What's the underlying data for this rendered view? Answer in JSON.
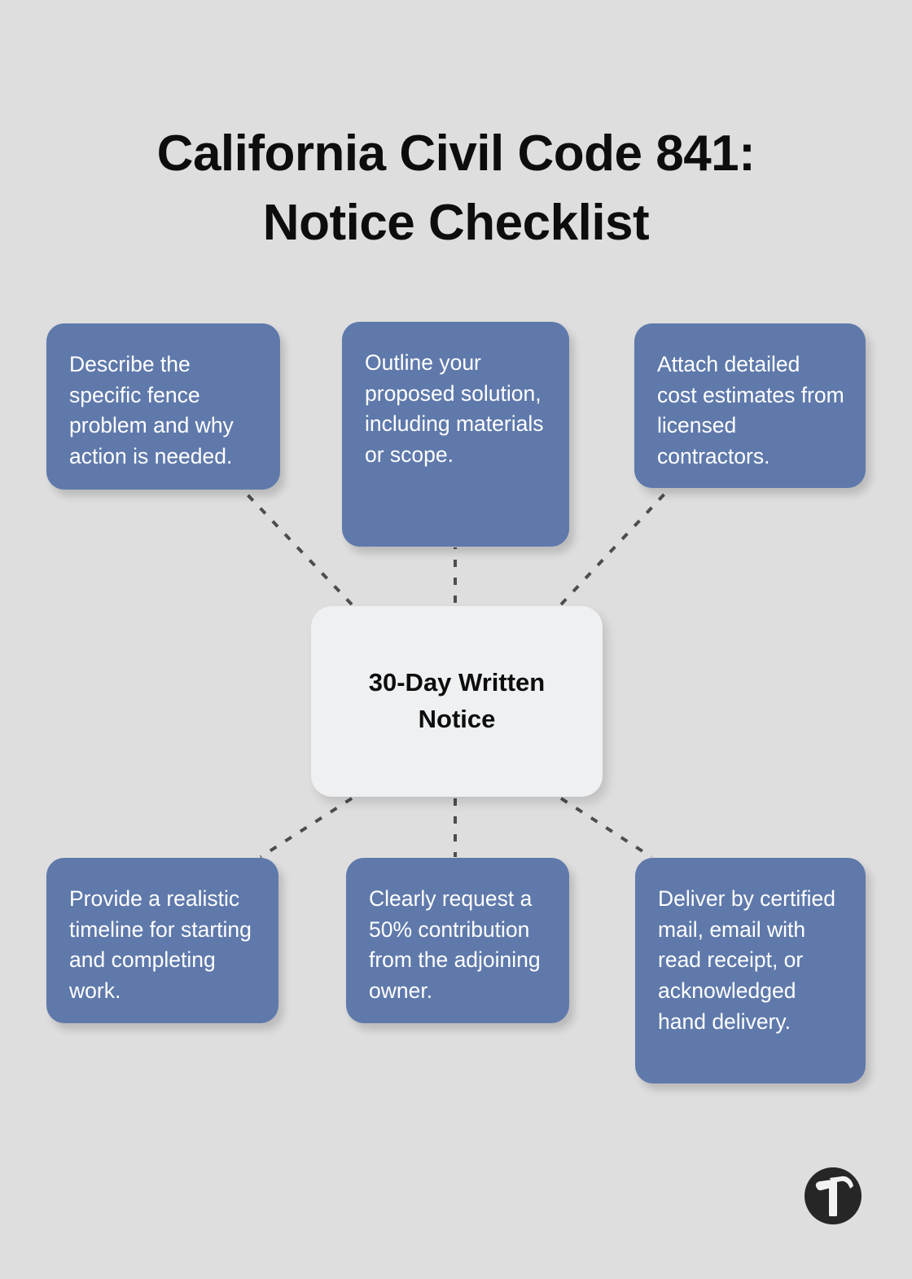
{
  "page": {
    "background_color": "#dedede",
    "title": "California Civil Code 841:\nNotice Checklist"
  },
  "theme": {
    "node_color": "#5f79ab",
    "node_text_color": "#ffffff",
    "center_node_color": "#eef0f2",
    "center_node_text_color": "#0d0d0d",
    "connector_color": "#4d4d4d",
    "logo_color": "#262626"
  },
  "diagram": {
    "type": "hub-and-spoke",
    "center": {
      "id": "center",
      "label": "30-Day Written Notice"
    },
    "nodes": [
      {
        "id": "top-left",
        "position": "top-left",
        "label": "Describe the specific fence problem and why action is needed."
      },
      {
        "id": "top-middle",
        "position": "top-middle",
        "label": "Outline your proposed solution, including materials or scope."
      },
      {
        "id": "top-right",
        "position": "top-right",
        "label": "Attach detailed cost estimates from licensed contractors."
      },
      {
        "id": "bottom-left",
        "position": "bottom-left",
        "label": "Provide a realistic timeline for starting and completing work."
      },
      {
        "id": "bottom-middle",
        "position": "bottom-middle",
        "label": "Clearly request a 50% contribution from the adjoining owner."
      },
      {
        "id": "bottom-right",
        "position": "bottom-right",
        "label": "Deliver by certified mail, email with read receipt, or acknowledged hand delivery."
      }
    ],
    "connectors": [
      {
        "from": "center",
        "to": "top-left",
        "style": "dashed"
      },
      {
        "from": "center",
        "to": "top-middle",
        "style": "dashed"
      },
      {
        "from": "center",
        "to": "top-right",
        "style": "dashed"
      },
      {
        "from": "center",
        "to": "bottom-left",
        "style": "dashed"
      },
      {
        "from": "center",
        "to": "bottom-middle",
        "style": "dashed"
      },
      {
        "from": "center",
        "to": "bottom-right",
        "style": "dashed"
      }
    ]
  },
  "logo": {
    "icon": "hammer-icon"
  }
}
